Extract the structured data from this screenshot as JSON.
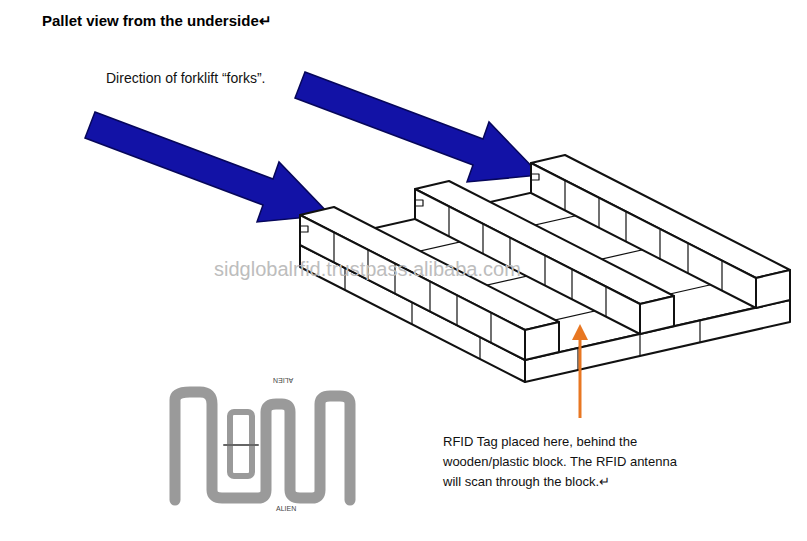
{
  "diagram": {
    "title": "Pallet view from the underside↵",
    "labels": [
      "Direction of forklift “forks”.",
      "sidglobalrfid.trustpass.alibaba.com",
      "ALIEN",
      "ALIEN",
      "RFID Tag placed here, behind the wooden/plastic  block. The RFID antenna will scan through the block.↵"
    ]
  }
}
